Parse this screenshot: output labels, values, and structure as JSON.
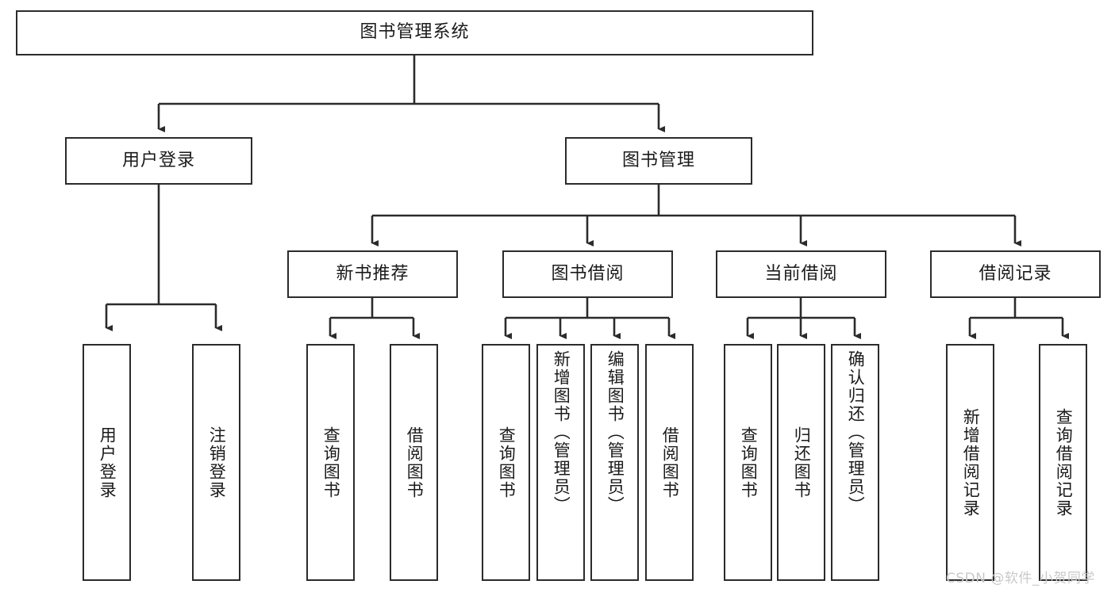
{
  "diagram": {
    "type": "tree-hierarchy",
    "title_node": {
      "id": "root",
      "label": "图书管理系统"
    },
    "level2": [
      {
        "id": "user-login",
        "label": "用户登录"
      },
      {
        "id": "book-manage",
        "label": "图书管理"
      }
    ],
    "level3": [
      {
        "id": "new-book-recommend",
        "label": "新书推荐",
        "parent": "book-manage"
      },
      {
        "id": "book-borrow",
        "label": "图书借阅",
        "parent": "book-manage"
      },
      {
        "id": "current-borrow",
        "label": "当前借阅",
        "parent": "book-manage"
      },
      {
        "id": "borrow-record",
        "label": "借阅记录",
        "parent": "book-manage"
      }
    ],
    "leaves": [
      {
        "id": "leaf-user-login",
        "label": "用户登录",
        "parent": "user-login"
      },
      {
        "id": "leaf-logout-login",
        "label": "注销登录",
        "parent": "user-login"
      },
      {
        "id": "leaf-query-book-1",
        "label": "查询图书",
        "parent": "new-book-recommend"
      },
      {
        "id": "leaf-borrow-book-1",
        "label": "借阅图书",
        "parent": "new-book-recommend"
      },
      {
        "id": "leaf-query-book-2",
        "label": "查询图书",
        "parent": "book-borrow"
      },
      {
        "id": "leaf-add-book-admin",
        "label": "新增图书（管理员）",
        "parent": "book-borrow"
      },
      {
        "id": "leaf-edit-book-admin",
        "label": "编辑图书（管理员）",
        "parent": "book-borrow"
      },
      {
        "id": "leaf-borrow-book-2",
        "label": "借阅图书",
        "parent": "book-borrow"
      },
      {
        "id": "leaf-query-book-3",
        "label": "查询图书",
        "parent": "current-borrow"
      },
      {
        "id": "leaf-return-book",
        "label": "归还图书",
        "parent": "current-borrow"
      },
      {
        "id": "leaf-confirm-return-admin",
        "label": "确认归还（管理员）",
        "parent": "current-borrow"
      },
      {
        "id": "leaf-add-borrow-record",
        "label": "新增借阅记录",
        "parent": "borrow-record"
      },
      {
        "id": "leaf-query-borrow-record",
        "label": "查询借阅记录",
        "parent": "borrow-record"
      }
    ],
    "colors": {
      "stroke": "#2b2b2b",
      "fill": "#ffffff",
      "text": "#1a1a1a",
      "watermark": "#c9c9c9"
    }
  },
  "watermark": {
    "text": "CSDN @软件_小贺同学"
  }
}
